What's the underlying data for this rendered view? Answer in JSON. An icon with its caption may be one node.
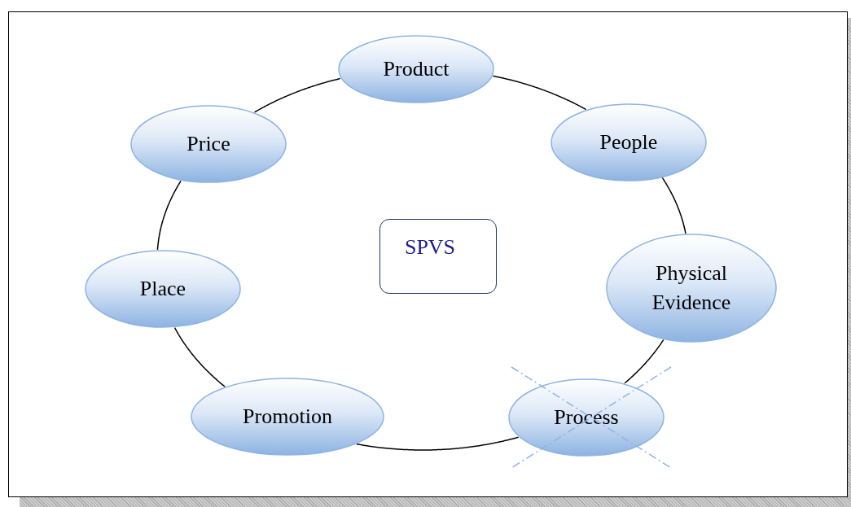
{
  "diagram": {
    "nodes": [
      {
        "text": [
          "Product"
        ]
      },
      {
        "text": [
          "Price"
        ]
      },
      {
        "text": [
          "People"
        ]
      },
      {
        "text": [
          "SPVS"
        ]
      },
      {
        "text": [
          "Place"
        ]
      },
      {
        "text": [
          "Physical Evidence"
        ]
      },
      {
        "text": [
          "Promotion"
        ]
      },
      {
        "text": [
          "Process"
        ]
      }
    ],
    "edges": [
      {
        "from": 0,
        "to": 2,
        "arrow": "none"
      },
      {
        "from": 2,
        "to": 5,
        "arrow": "none"
      },
      {
        "from": 5,
        "to": 7,
        "arrow": "none"
      },
      {
        "from": 7,
        "to": 6,
        "arrow": "none"
      },
      {
        "from": 6,
        "to": 4,
        "arrow": "none"
      },
      {
        "from": 4,
        "to": 1,
        "arrow": "none"
      },
      {
        "from": 1,
        "to": 0,
        "arrow": "none"
      }
    ]
  }
}
